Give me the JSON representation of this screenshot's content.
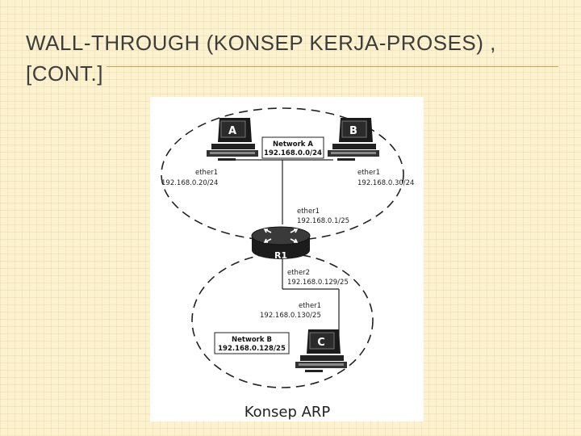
{
  "slide": {
    "title_line1": "WALL-THROUGH (KONSEP KERJA-PROSES) ,",
    "title_line2": "[CONT.]"
  },
  "diagram": {
    "hosts": {
      "a": {
        "label": "A",
        "iface": "ether1",
        "ip": "192.168.0.20/24"
      },
      "b": {
        "label": "B",
        "iface": "ether1",
        "ip": "192.168.0.30/24"
      },
      "c": {
        "label": "C",
        "iface": "ether1",
        "ip": "192.168.0.130/25"
      }
    },
    "router": {
      "label": "R1",
      "top_iface": "ether1",
      "top_ip": "192.168.0.1/25",
      "bottom_iface": "ether2",
      "bottom_ip": "192.168.0.129/25"
    },
    "network_a": {
      "name": "Network A",
      "subnet": "192.168.0.0/24"
    },
    "network_b": {
      "name": "Network B",
      "subnet": "192.168.0.128/25"
    },
    "caption": "Konsep ARP"
  }
}
